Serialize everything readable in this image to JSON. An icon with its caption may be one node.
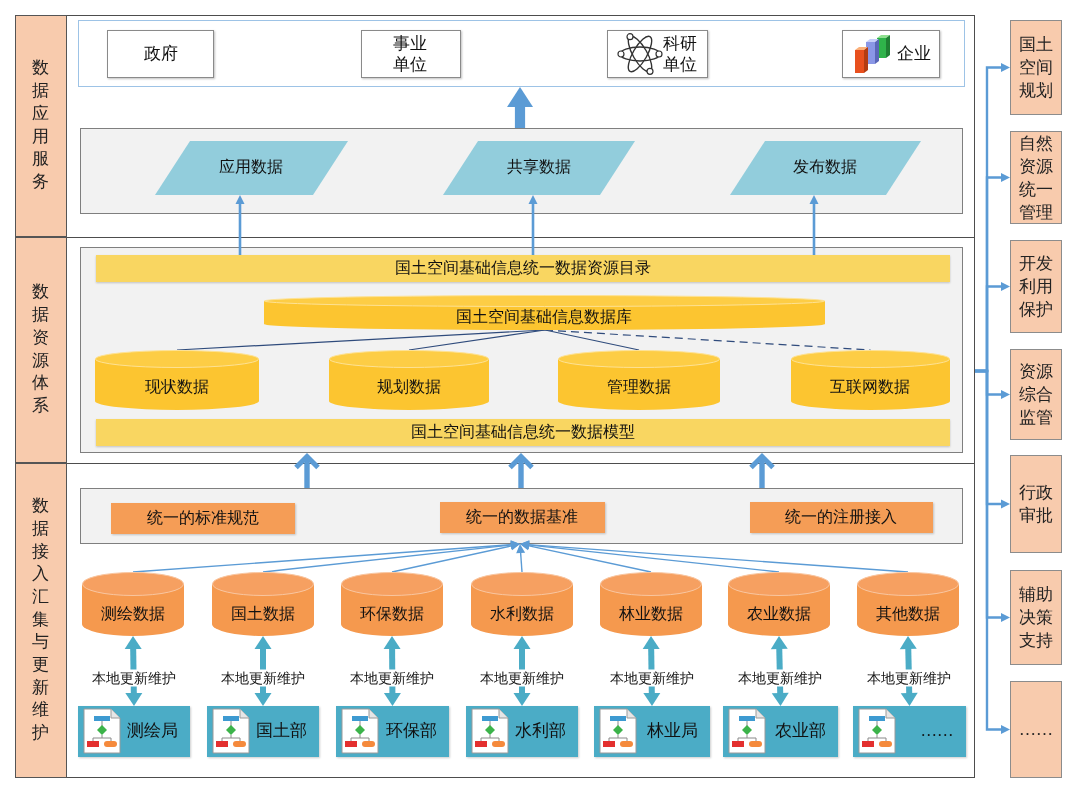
{
  "diagram": {
    "nodes": [
      {
        "text": [],
        "shape": "box"
      },
      {
        "text": [
          "数据应用服务"
        ],
        "in": 0
      },
      {
        "text": [],
        "shape": "box",
        "in": 0
      },
      {
        "text": [
          "政府"
        ],
        "in": 2
      },
      {
        "text": [
          "事业单位"
        ],
        "in": 2
      },
      {
        "text": [
          "科研单位"
        ],
        "in": 2
      },
      {
        "text": [
          "企业"
        ],
        "in": 2
      },
      {
        "text": [],
        "shape": "box",
        "in": 0
      },
      {
        "text": [
          "应用数据"
        ],
        "in": 7
      },
      {
        "text": [
          "共享数据"
        ],
        "in": 7
      },
      {
        "text": [
          "发布数据"
        ],
        "in": 7
      },
      {
        "text": [
          "数据资源体系"
        ],
        "in": 0
      },
      {
        "text": [],
        "shape": "box",
        "in": 0
      },
      {
        "text": [
          "国土空间基础信息统一数据资源目录"
        ],
        "in": 12
      },
      {
        "text": [
          "国土空间基础信息数据库"
        ],
        "in": 12
      },
      {
        "text": [
          "现状数据"
        ],
        "in": 12
      },
      {
        "text": [
          "规划数据"
        ],
        "in": 12
      },
      {
        "text": [
          "管理数据"
        ],
        "in": 12
      },
      {
        "text": [
          "互联网数据"
        ],
        "in": 12
      },
      {
        "text": [
          "国土空间基础信息统一数据模型"
        ],
        "in": 12
      },
      {
        "text": [
          "数据接入汇集与更新维护"
        ],
        "in": 0
      },
      {
        "text": [],
        "shape": "box",
        "in": 0
      },
      {
        "text": [
          "统一的标准规范"
        ],
        "in": 21
      },
      {
        "text": [
          "统一的数据基准"
        ],
        "in": 21
      },
      {
        "text": [
          "统一的注册接入"
        ],
        "in": 21
      },
      {
        "text": [
          "测绘数据"
        ],
        "in": 0
      },
      {
        "text": [
          "国土数据"
        ],
        "in": 0
      },
      {
        "text": [
          "环保数据"
        ],
        "in": 0
      },
      {
        "text": [
          "水利数据"
        ],
        "in": 0
      },
      {
        "text": [
          "林业数据"
        ],
        "in": 0
      },
      {
        "text": [
          "农业数据"
        ],
        "in": 0
      },
      {
        "text": [
          "其他数据"
        ],
        "in": 0
      },
      {
        "text": [
          "测绘局"
        ],
        "in": 0
      },
      {
        "text": [
          "国土部"
        ],
        "in": 0
      },
      {
        "text": [
          "环保部"
        ],
        "in": 0
      },
      {
        "text": [
          "水利部"
        ],
        "in": 0
      },
      {
        "text": [
          "林业局"
        ],
        "in": 0
      },
      {
        "text": [
          "农业部"
        ],
        "in": 0
      },
      {
        "text": [
          "……"
        ],
        "in": 0
      },
      {
        "text": [
          "国土空间规划"
        ]
      },
      {
        "text": [
          "自然资源统一管理"
        ]
      },
      {
        "text": [
          "开发利用保护"
        ]
      },
      {
        "text": [
          "资源综合监管"
        ]
      },
      {
        "text": [
          "行政审批"
        ]
      },
      {
        "text": [
          "辅助决策支持"
        ]
      },
      {
        "text": [
          "……"
        ]
      }
    ],
    "edges": [
      {
        "from": 7,
        "to": 2,
        "arrow": "to",
        "style": "thick"
      },
      {
        "from": 13,
        "to": 8,
        "arrow": "to"
      },
      {
        "from": 13,
        "to": 9,
        "arrow": "to"
      },
      {
        "from": 13,
        "to": 10,
        "arrow": "to"
      },
      {
        "from": 14,
        "to": 15,
        "arrow": "none",
        "color": "#2f4b7c"
      },
      {
        "from": 14,
        "to": 16,
        "arrow": "none",
        "color": "#2f4b7c"
      },
      {
        "from": 14,
        "to": 17,
        "arrow": "none",
        "color": "#2f4b7c"
      },
      {
        "from": 14,
        "to": 18,
        "arrow": "none",
        "style": "dashed",
        "color": "#2f4b7c"
      },
      {
        "from": 21,
        "to": 12,
        "arrow": "to",
        "style": "thick"
      },
      {
        "from": 21,
        "to": 12,
        "arrow": "to",
        "style": "thick"
      },
      {
        "from": 21,
        "to": 12,
        "arrow": "to",
        "style": "thick"
      },
      {
        "from": 25,
        "to": 21,
        "arrow": "to"
      },
      {
        "from": 26,
        "to": 21,
        "arrow": "to"
      },
      {
        "from": 27,
        "to": 21,
        "arrow": "to"
      },
      {
        "from": 28,
        "to": 21,
        "arrow": "to"
      },
      {
        "from": 29,
        "to": 21,
        "arrow": "to"
      },
      {
        "from": 30,
        "to": 21,
        "arrow": "to"
      },
      {
        "from": 31,
        "to": 21,
        "arrow": "to"
      },
      {
        "from": 32,
        "to": 25,
        "arrow": "both",
        "style": "thick",
        "color": "#4bacc6",
        "label": "本地更新维护"
      },
      {
        "from": 33,
        "to": 26,
        "arrow": "both",
        "style": "thick",
        "color": "#4bacc6",
        "label": "本地更新维护"
      },
      {
        "from": 34,
        "to": 27,
        "arrow": "both",
        "style": "thick",
        "color": "#4bacc6",
        "label": "本地更新维护"
      },
      {
        "from": 35,
        "to": 28,
        "arrow": "both",
        "style": "thick",
        "color": "#4bacc6",
        "label": "本地更新维护"
      },
      {
        "from": 36,
        "to": 29,
        "arrow": "both",
        "style": "thick",
        "color": "#4bacc6",
        "label": "本地更新维护"
      },
      {
        "from": 37,
        "to": 30,
        "arrow": "both",
        "style": "thick",
        "color": "#4bacc6",
        "label": "本地更新维护"
      },
      {
        "from": 38,
        "to": 31,
        "arrow": "both",
        "style": "thick",
        "color": "#4bacc6",
        "label": "本地更新维护"
      },
      {
        "from": 0,
        "to": 39,
        "arrow": "to"
      },
      {
        "from": 0,
        "to": 40,
        "arrow": "to"
      },
      {
        "from": 0,
        "to": 41,
        "arrow": "to"
      },
      {
        "from": 0,
        "to": 42,
        "arrow": "to"
      },
      {
        "from": 0,
        "to": 43,
        "arrow": "to"
      },
      {
        "from": 0,
        "to": 44,
        "arrow": "to"
      },
      {
        "from": 0,
        "to": 45,
        "arrow": "to"
      }
    ]
  }
}
